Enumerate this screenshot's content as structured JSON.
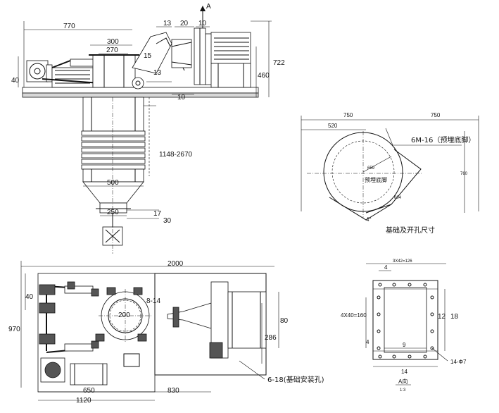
{
  "front_view": {
    "arrow_label": "A",
    "dims": {
      "d770": "770",
      "d300": "300",
      "d270": "270",
      "d13a": "13",
      "d20": "20",
      "d10a": "10",
      "d15": "15",
      "d13b": "13",
      "d40": "40",
      "d10b": "10",
      "d722": "722",
      "d460": "460",
      "d1148": "1148-2670",
      "d500": "500",
      "d250": "250",
      "d17": "17",
      "d30": "30"
    }
  },
  "foundation_plan": {
    "dims": {
      "d750a": "750",
      "d750b": "750",
      "d520": "520",
      "d659": "659",
      "d760": "760",
      "d604": "604",
      "d4deg": "4°"
    },
    "bolt_label": "6M-16（预埋底脚）",
    "center_label": "预埋底脚",
    "caption": "基础及开孔尺寸"
  },
  "plan_view": {
    "dims": {
      "d2000": "2000",
      "d40": "40",
      "d970": "970",
      "d200": "200",
      "d8_14": "8-14",
      "d80": "80",
      "d286": "286",
      "d650": "650",
      "d830": "830",
      "d1120": "1120"
    },
    "hole_label": "6-18(基础安装孔)"
  },
  "view_a": {
    "dims": {
      "d3x42": "3X42=126",
      "d4a": "4",
      "d4x40": "4X40=160",
      "d12": "12",
      "d18": "18",
      "d4b": "4",
      "d9": "9",
      "d14": "14",
      "hole": "14-Φ7"
    },
    "caption": "A向",
    "scale": "1:3"
  }
}
